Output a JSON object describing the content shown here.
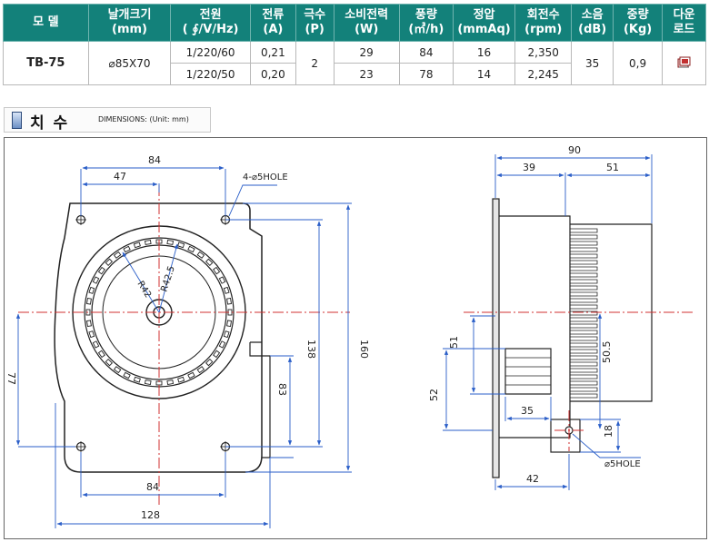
{
  "table": {
    "headers": [
      "모 델",
      "날개크기\n(mm)",
      "전원\n( ∮/V/Hz)",
      "전류\n(A)",
      "극수\n(P)",
      "소비전력\n(W)",
      "풍량\n(㎥/h)",
      "정압\n(mmAq)",
      "회전수\n(rpm)",
      "소음\n(dB)",
      "중량\n(Kg)",
      "다운\n로드"
    ],
    "model": "TB-75",
    "fan_size": "⌀85X70",
    "poles": "2",
    "noise": "35",
    "weight": "0,9",
    "rows": [
      {
        "power": "1/220/60",
        "current": "0,21",
        "consumption": "29",
        "airflow": "84",
        "pressure": "16",
        "rpm": "2,350"
      },
      {
        "power": "1/220/50",
        "current": "0,20",
        "consumption": "23",
        "airflow": "78",
        "pressure": "14",
        "rpm": "2,245"
      }
    ]
  },
  "section": {
    "title": "치 수",
    "subtitle": "DIMENSIONS: (Unit: mm)"
  },
  "drawing": {
    "front": {
      "top_width": "84",
      "top_offset": "47",
      "hole_note": "4-⌀5HOLE",
      "r_inner": "R42",
      "r_outer": "R42.5",
      "h_160": "160",
      "h_138": "138",
      "h_83": "83",
      "h_77": "77",
      "bottom_84": "84",
      "bottom_128": "128"
    },
    "side": {
      "w_90": "90",
      "w_39": "39",
      "w_51": "51",
      "h_51": "51",
      "h_52": "52",
      "h_50_5": "50.5",
      "w_35": "35",
      "h_18": "18",
      "w_42": "42",
      "hole_note": "⌀5HOLE"
    }
  },
  "colors": {
    "header_bg": "#13817a",
    "dim_line": "#2a5ec8",
    "center_line": "#d03030",
    "outline": "#222222"
  }
}
